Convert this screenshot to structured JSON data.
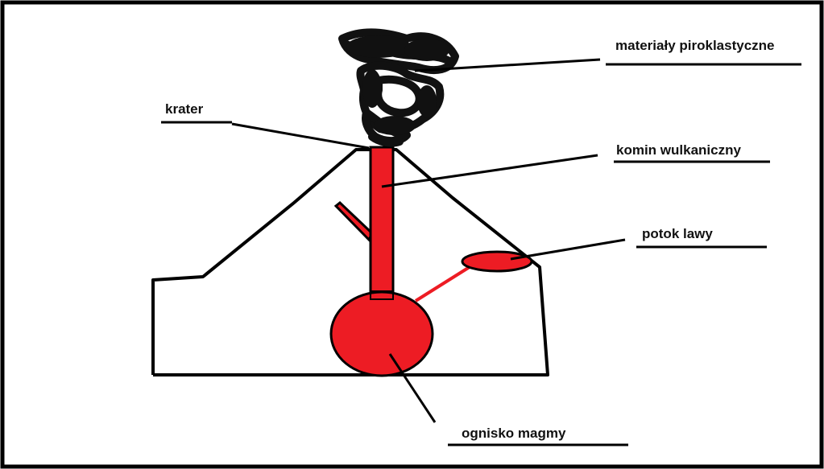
{
  "labels": {
    "pyroclastic": "materiały piroklastyczne",
    "crater": "krater",
    "vent": "komin wulkaniczny",
    "lava_flow": "potok lawy",
    "magma_chamber": "ognisko magmy"
  },
  "colors": {
    "magma": "#ed1c24",
    "line": "#000000",
    "smoke": "#111111",
    "background": "#ffffff"
  }
}
